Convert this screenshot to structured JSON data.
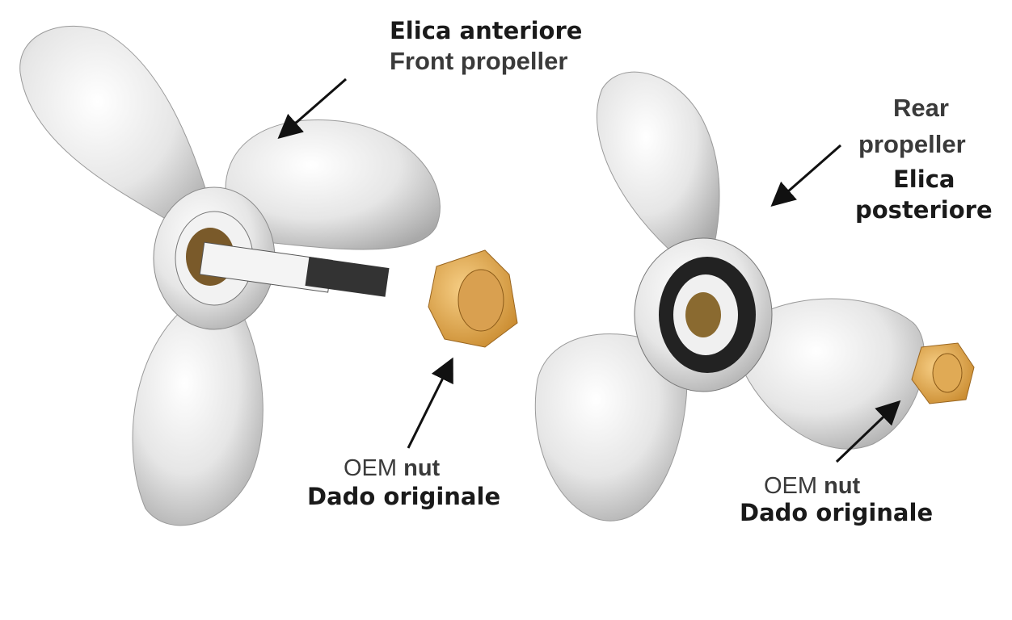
{
  "labels": {
    "front_propeller": {
      "italian": "Elica anteriore",
      "english": "Front propeller"
    },
    "rear_propeller": {
      "english_line1": "Rear",
      "english_line2": "propeller",
      "italian_line1": "Elica",
      "italian_line2": "posteriore"
    },
    "front_nut": {
      "english_prefix": "OEM",
      "english_suffix": "nut",
      "italian": "Dado originale"
    },
    "rear_nut": {
      "english_prefix": "OEM",
      "english_suffix": "nut",
      "italian": "Dado originale"
    }
  },
  "colors": {
    "steel": "#d9d9d9",
    "nut": "#e8a84a",
    "arrow": "#111111"
  }
}
